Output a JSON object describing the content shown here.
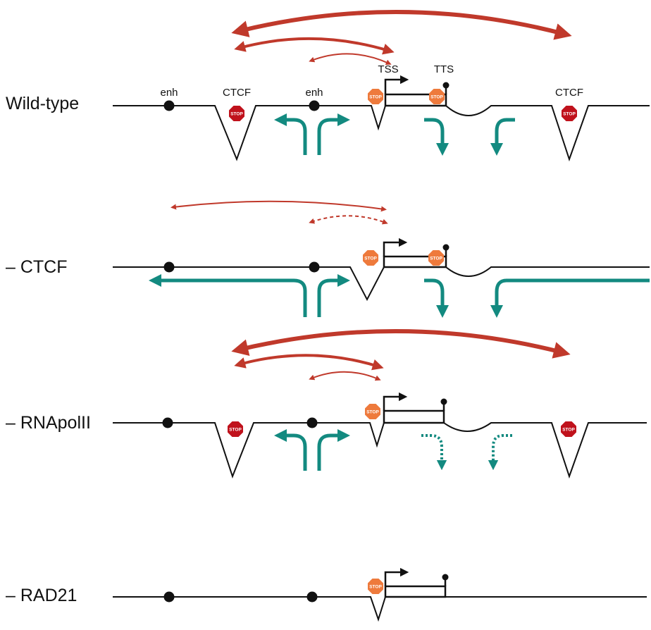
{
  "colors": {
    "red_arrow": "#c0392b",
    "teal_arrow": "#138a80",
    "ctcf_stop": "#c0121c",
    "cohesin_stop": "#ee7a3c",
    "dna_line": "#111111"
  },
  "rows": [
    {
      "label": "Wild-type"
    },
    {
      "label": "– CTCF"
    },
    {
      "label": "– RNApolII"
    },
    {
      "label": "– RAD21"
    }
  ],
  "sites": {
    "enh_left": "enh",
    "ctcf_left": "CTCF",
    "enh_right": "enh",
    "tss": "TSS",
    "tts": "TTS",
    "ctcf_right": "CTCF"
  },
  "stop_text": "STOP",
  "icons": {
    "ctcf_stop": "stop-sign-icon",
    "cohesin_stop": "stop-sign-icon",
    "enhancer": "enhancer-dot-icon",
    "tss": "promoter-arrow-icon",
    "tts": "terminator-icon"
  }
}
